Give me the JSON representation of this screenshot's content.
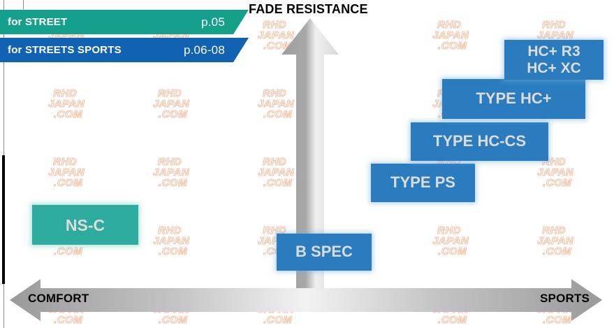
{
  "chart_data": {
    "type": "scatter",
    "title": "FADE RESISTANCE",
    "xlabel_left": "COMFORT",
    "xlabel_right": "SPORTS",
    "ylabel": "FADE RESISTANCE",
    "grid": false,
    "legend_position": "top-left",
    "axes": {
      "x_axis": {
        "type": "arrow-bidirectional",
        "low": "COMFORT",
        "high": "SPORTS"
      },
      "y_axis": {
        "type": "arrow-up",
        "high": "FADE RESISTANCE"
      }
    },
    "series": [
      {
        "name": "NS-C",
        "category": "for STREET",
        "x": 12,
        "y": 22,
        "color": "#2cab9e"
      },
      {
        "name": "B SPEC",
        "category": "for STREETS SPORTS",
        "x": 53,
        "y": 13,
        "color": "#2b7cbf"
      },
      {
        "name": "TYPE PS",
        "category": "for STREETS SPORTS",
        "x": 69,
        "y": 43,
        "color": "#2b7cbf"
      },
      {
        "name": "TYPE HC-CS",
        "category": "for STREETS SPORTS",
        "x": 78,
        "y": 56,
        "color": "#2b7cbf"
      },
      {
        "name": "TYPE HC+",
        "category": "for STREETS SPORTS",
        "x": 84,
        "y": 70,
        "color": "#2b7cbf"
      },
      {
        "name": "HC+ R3\nHC+ XC",
        "category": "for STREETS SPORTS",
        "x": 91,
        "y": 82,
        "color": "#2b7cbf"
      }
    ]
  },
  "axis": {
    "vertical_label": "FADE RESISTANCE",
    "left_label": "COMFORT",
    "right_label": "SPORTS"
  },
  "legend": {
    "tabs": [
      {
        "name": "for STREET",
        "pages": "p.05",
        "color": "#15a08c"
      },
      {
        "name": "for STREETS SPORTS",
        "pages": "p.06-08",
        "color": "#1162b0"
      }
    ]
  },
  "products": {
    "nsc": {
      "label": "NS-C"
    },
    "bspec": {
      "label": "B SPEC"
    },
    "ps": {
      "label": "TYPE PS"
    },
    "hccs": {
      "label": "TYPE HC-CS"
    },
    "hcplus": {
      "label": "TYPE HC+"
    },
    "r3xc": {
      "label": "HC+ R3\nHC+ XC"
    }
  },
  "watermark": {
    "line1": "RHD",
    "line2": "JAPAN",
    "line3": ".COM"
  },
  "colors": {
    "blue_box": "#2b7cbf",
    "teal_box": "#2cab9e",
    "tab_green": "#15a08c",
    "tab_blue": "#1162b0",
    "arrow_gray": "#a0a0a0",
    "box_text": "#dcdcdc",
    "watermark_outline": "#f4c0a3"
  }
}
